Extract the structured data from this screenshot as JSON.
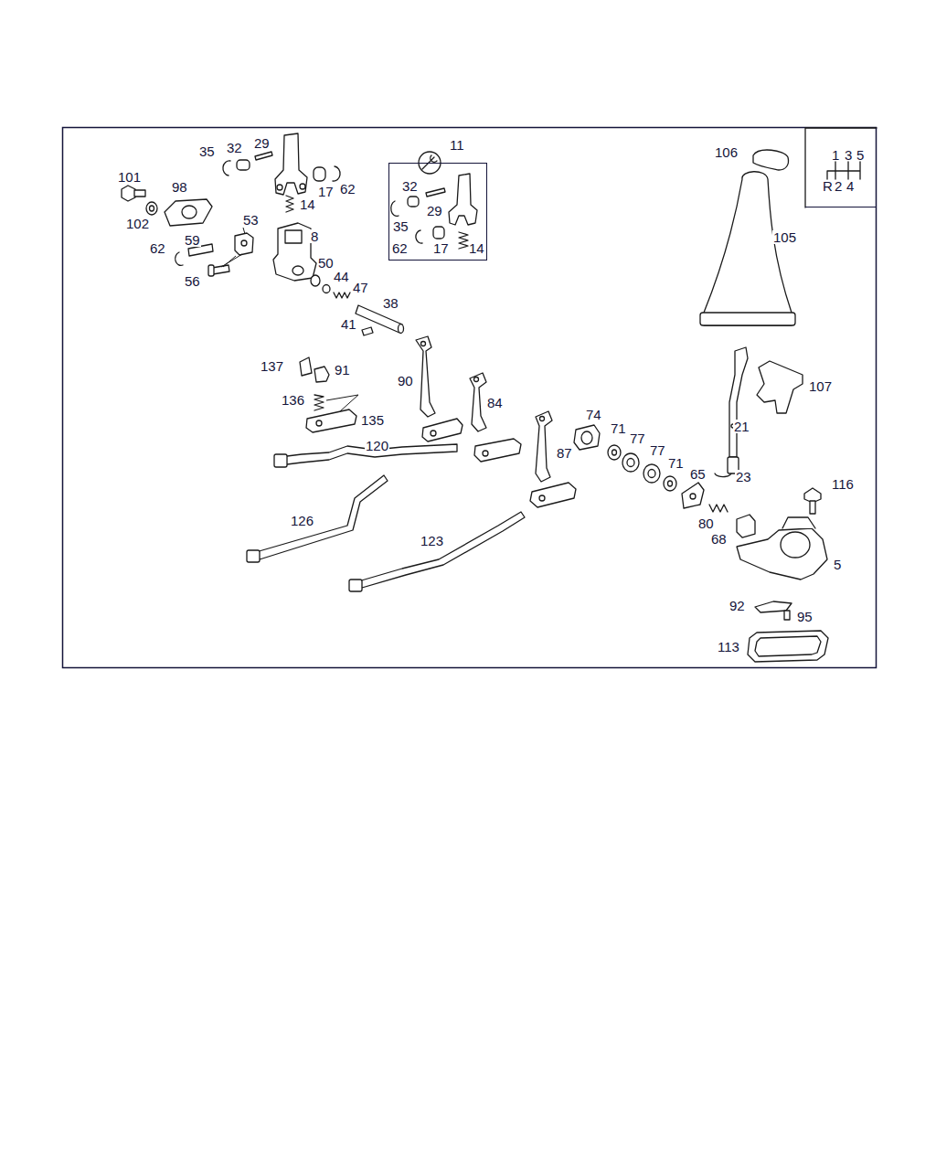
{
  "diagram": {
    "nodes": [
      {
        "text": [
          "11",
          "32",
          "29",
          "35",
          "62",
          "17",
          "14"
        ]
      },
      {
        "text": [
          "1",
          "3",
          "5",
          "R",
          "2",
          "4"
        ]
      }
    ],
    "labels": [
      "35",
      "32",
      "29",
      "101",
      "98",
      "17",
      "62",
      "14",
      "102",
      "53",
      "8",
      "62",
      "59",
      "50",
      "56",
      "44",
      "47",
      "38",
      "41",
      "137",
      "91",
      "90",
      "84",
      "136",
      "135",
      "74",
      "71",
      "77",
      "77",
      "71",
      "65",
      "23",
      "21",
      "120",
      "87",
      "126",
      "123",
      "80",
      "68",
      "116",
      "5",
      "92",
      "95",
      "113",
      "106",
      "105",
      "107"
    ]
  }
}
